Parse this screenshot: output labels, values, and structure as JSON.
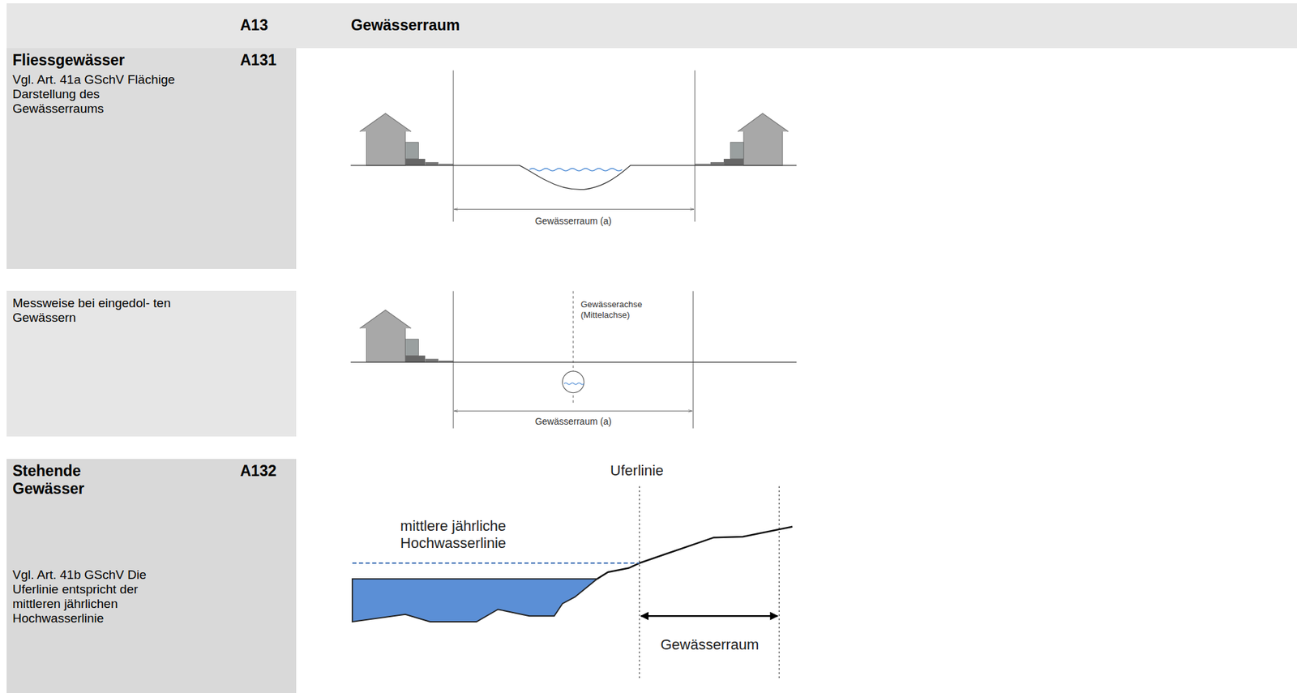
{
  "diagram": {
    "nodes": [
      {
        "text": [
          "A13",
          "Gewässerraum"
        ]
      },
      {
        "text": [
          "Fliessgewässer",
          "A131",
          "Vgl. Art. 41a GSchV Flächige Darstellung des Gewässerraums"
        ]
      },
      {
        "text": [
          "Messweise bei eingedol- ten Gewässern"
        ]
      },
      {
        "text": [
          "Stehende Gewässer",
          "A132",
          "Vgl. Art. 41b GSchV Die Uferlinie entspricht der mittleren jährlichen Hochwasserlinie"
        ]
      }
    ],
    "labels": [
      "Gewässerraum (a)",
      "Gewässerachse (Mittelachse)",
      "Gewässerraum (a)",
      "Uferlinie",
      "mittlere jährliche Hochwasserlinie",
      "Gewässerraum"
    ]
  }
}
